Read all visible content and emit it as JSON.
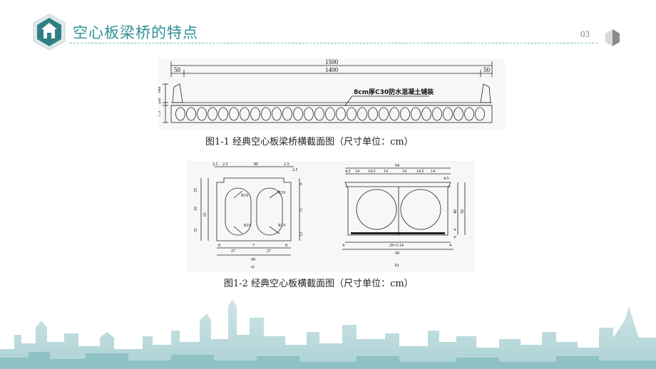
{
  "header": {
    "title": "空心板梁桥的特点",
    "page_number": "03",
    "logo_icon": "house-icon",
    "accent_color": "#2f8f94"
  },
  "figure1": {
    "caption": "图1-1  经典空心板梁桥横截面图（尺寸单位：cm）",
    "dims": {
      "total": "1500",
      "inner": "1400",
      "left_edge": "50",
      "right_edge": "50"
    },
    "heights": [
      "60",
      "20",
      "75"
    ],
    "pavement_note": "8cm厚C30防水混凝土铺装"
  },
  "figure2": {
    "caption": "图1-2  经典空心板横截面图（尺寸单位：cm）",
    "a": {
      "top": [
        "2.5",
        "2.5",
        "89",
        "2.5",
        "2.5"
      ],
      "left": [
        "25",
        "16",
        "31",
        "61"
      ],
      "right": [
        "9",
        "75",
        "12"
      ],
      "radius": "R19",
      "bottom": [
        "8",
        "27",
        "7",
        "27",
        "8"
      ],
      "width": "99",
      "label": "a)"
    },
    "b": {
      "top": [
        "94",
        "4.5",
        "14",
        "14.5",
        "14",
        "14",
        "14.5",
        "14",
        "4.5"
      ],
      "right": [
        "40",
        "50",
        "4",
        "6"
      ],
      "bottom": [
        "4",
        "29×3.14",
        "4"
      ],
      "width": "99",
      "label": "b)"
    }
  }
}
